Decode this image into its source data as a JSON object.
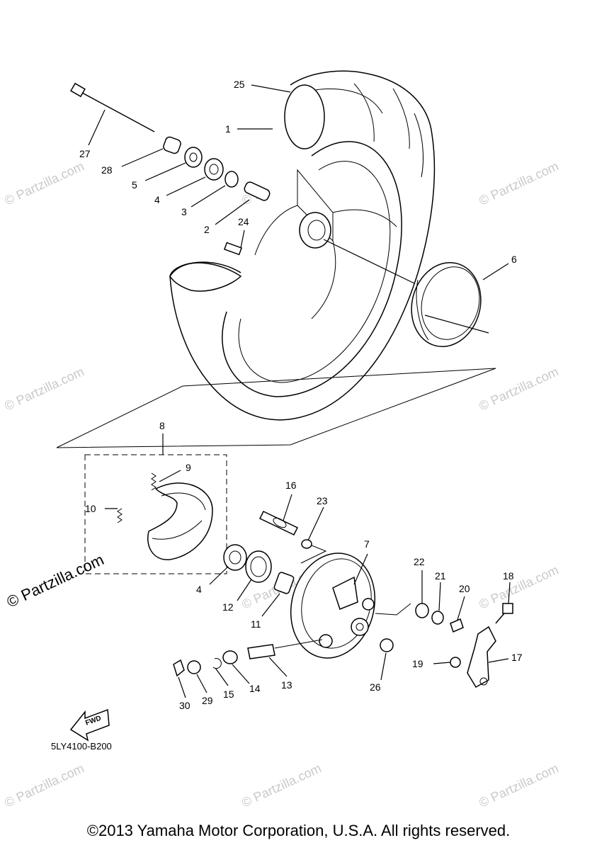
{
  "labels": {
    "p1": "1",
    "p2": "2",
    "p3": "3",
    "p4a": "4",
    "p4b": "4",
    "p5": "5",
    "p6": "6",
    "p7": "7",
    "p8": "8",
    "p9": "9",
    "p10": "10",
    "p11": "11",
    "p12": "12",
    "p13": "13",
    "p14": "14",
    "p15": "15",
    "p16": "16",
    "p17": "17",
    "p18": "18",
    "p19": "19",
    "p20": "20",
    "p21": "21",
    "p22": "22",
    "p23": "23",
    "p24": "24",
    "p25": "25",
    "p26": "26",
    "p27": "27",
    "p28": "28",
    "p29": "29",
    "p30": "30"
  },
  "fwd_label": "FWD",
  "diagram_code": "5LY4100-B200",
  "watermark": "© Partzilla.com",
  "copyright": "©2013 Yamaha Motor Corporation, U.S.A. All rights reserved."
}
